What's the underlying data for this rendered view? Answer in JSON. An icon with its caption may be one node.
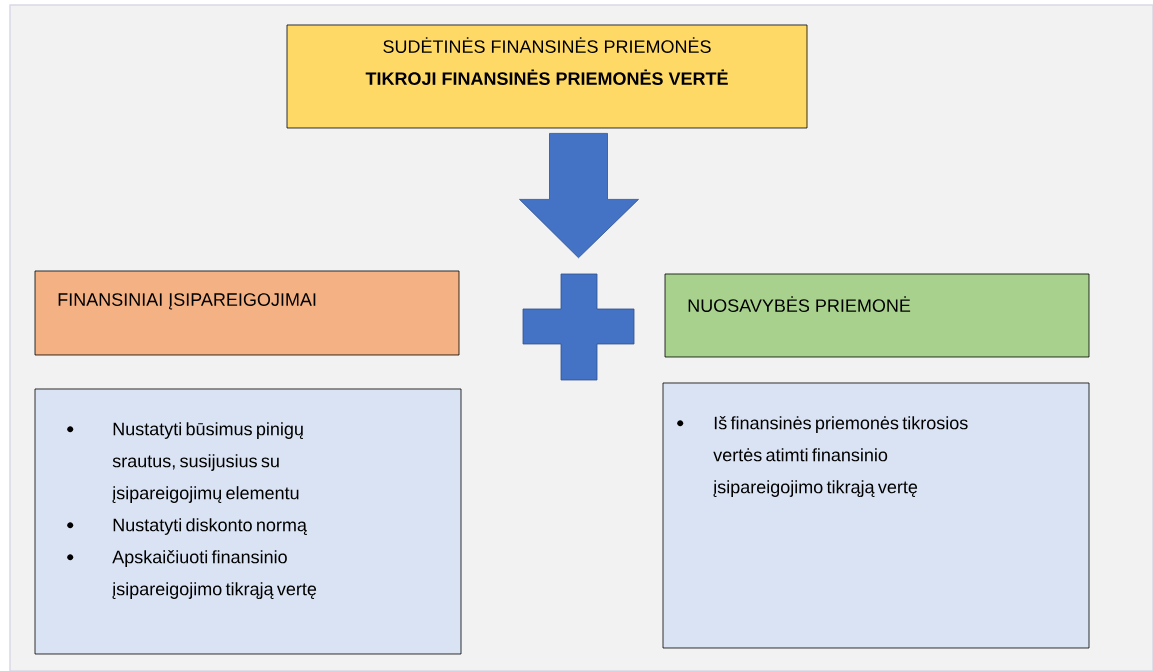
{
  "diagram": {
    "nodes": [
      {
        "text": [
          "SUDĖTINĖS FINANSINĖS PRIEMONĖS",
          "TIKROJI FINANSINĖS PRIEMONĖS VERTĖ"
        ]
      },
      {
        "text": [
          "FINANSINIAI ĮSIPAREIGOJIMAI"
        ]
      },
      {
        "text": [],
        "shape": "plus"
      },
      {
        "text": [
          "NUOSAVYBĖS PRIEMONĖ"
        ]
      },
      {
        "text": [
          "Nustatyti būsimus pinigų srautus, susijusius su įsipareigojimų elementu",
          "Nustatyti diskonto normą",
          "Apskaičiuoti finansinio įsipareigojimo tikrąją vertę"
        ]
      },
      {
        "text": [
          "Iš finansinės priemonės tikrosios vertės atimti finansinio įsipareigojimo tikrąją vertę"
        ]
      }
    ],
    "edges": [
      {
        "from": 0,
        "to": 2,
        "arrow": "to"
      }
    ]
  }
}
